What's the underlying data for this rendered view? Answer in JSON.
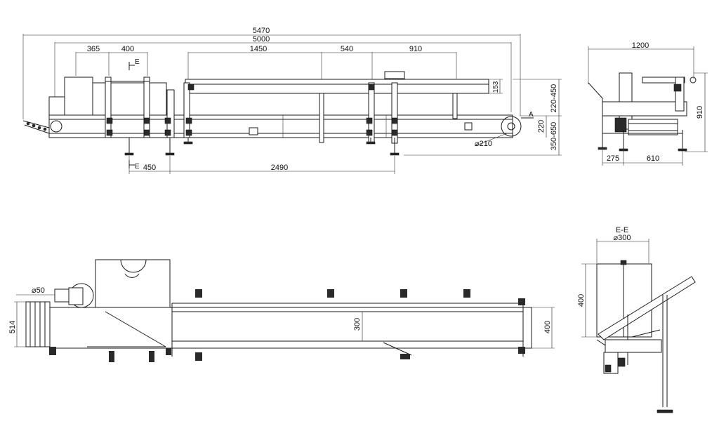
{
  "side_view": {
    "dims": {
      "total_length": "5470",
      "belt_length": "5000",
      "seg_a": "365",
      "seg_b": "400",
      "seg_c": "1450",
      "seg_d": "540",
      "seg_e": "910",
      "leg_offset": "450",
      "leg_span": "2490",
      "rail_height": "153",
      "adj_height": "220-450",
      "height_220": "220",
      "leg_height": "350-650",
      "pulley_dia": "⌀210"
    },
    "section_marks": {
      "top": "E",
      "bottom": "E",
      "detail": "A"
    }
  },
  "end_view": {
    "dims": {
      "width": "1200",
      "height": "910",
      "offset": "275",
      "inner_width": "610"
    }
  },
  "plan_view": {
    "dims": {
      "roller_dia": "⌀50",
      "total_width": "514",
      "belt_width": "300",
      "frame_width": "400"
    }
  },
  "section_view": {
    "title": "E-E",
    "dims": {
      "hopper_dia": "⌀300",
      "hopper_height": "400"
    }
  }
}
